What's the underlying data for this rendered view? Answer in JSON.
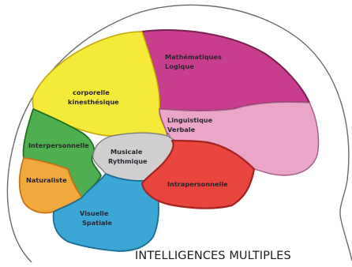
{
  "title": "INTELLIGENCES MULTIPLES",
  "regions": {
    "mathematiques": {
      "line1": "Mathématiques",
      "line2": "Logique",
      "color": "#c93d8f"
    },
    "corporelle": {
      "line1": "corporelle",
      "line2": "kinesthésique",
      "color": "#f5ea3a"
    },
    "linguistique": {
      "line1": "Linguistique",
      "line2": "Verbale",
      "color": "#e9a6c9"
    },
    "interpersonnelle": {
      "line1": "Interpersonnelle",
      "color": "#4fae4f"
    },
    "musicale": {
      "line1": "Musicale",
      "line2": "Rythmique",
      "color": "#cfcfcf"
    },
    "naturaliste": {
      "line1": "Naturaliste",
      "color": "#f1a93b"
    },
    "intrapersonnelle": {
      "line1": "Intrapersonnelle",
      "color": "#e8453f"
    },
    "visuelle": {
      "line1": "Visuelle",
      "line2": "Spatiale",
      "color": "#3aa7d6"
    }
  }
}
